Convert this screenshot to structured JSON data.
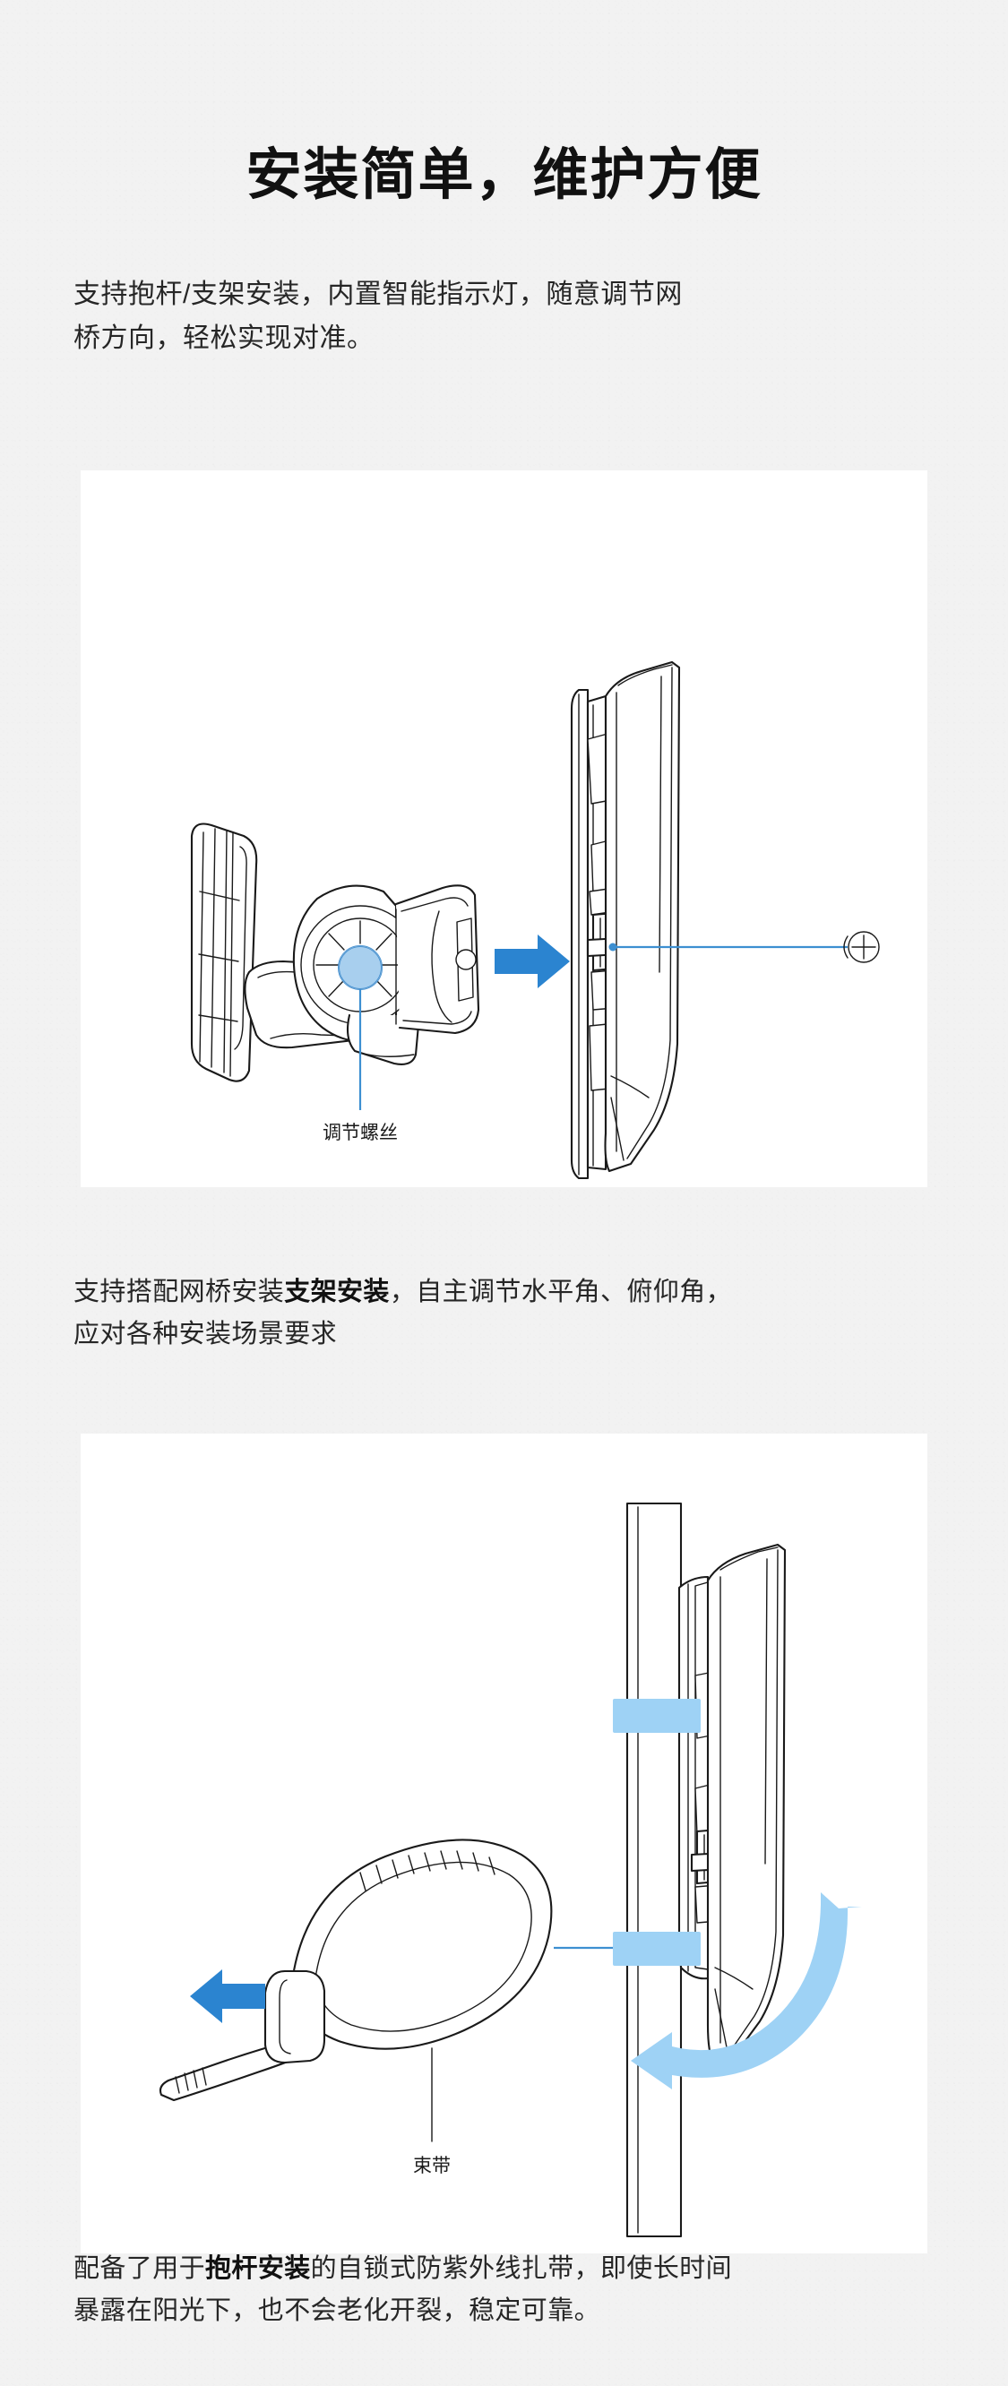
{
  "page": {
    "background_color": "#f2f2f2",
    "panel_color": "#ffffff",
    "accent_blue": "#2b84d0",
    "light_blue": "#a8d8f5",
    "line_color": "#1a1a1a"
  },
  "header": {
    "title": "安装简单，维护方便",
    "subtitle_line1": "支持抱杆/支架安装，内置智能指示灯，随意调节网",
    "subtitle_line2": "桥方向，轻松实现对准。"
  },
  "panels": [
    {
      "id": "bracket-mount",
      "alt": "网桥与支架分解安装示意图",
      "labels": {
        "adjust_screw": "调节螺丝"
      },
      "icons": {
        "arrow": "arrow-right-icon",
        "screw": "phillips-screw-icon",
        "leader": "leader-line"
      }
    },
    {
      "id": "pole-mount",
      "alt": "网桥抱杆扎带安装示意图",
      "labels": {
        "cable_tie": "束带"
      },
      "icons": {
        "arrow": "arrow-left-icon",
        "rotate": "rotation-arrow-icon",
        "strap": "strap-band"
      }
    }
  ],
  "captions": {
    "bracket": {
      "part1": "支持搭配网桥安装",
      "bold": "支架安装",
      "part2": "，自主调节水平角、俯仰角，",
      "line2": "应对各种安装场景要求"
    },
    "pole": {
      "part1": "配备了用于",
      "bold": "抱杆安装",
      "part2": "的自锁式防紫外线扎带，即使长时间",
      "line2": "暴露在阳光下，也不会老化开裂，稳定可靠。"
    }
  }
}
